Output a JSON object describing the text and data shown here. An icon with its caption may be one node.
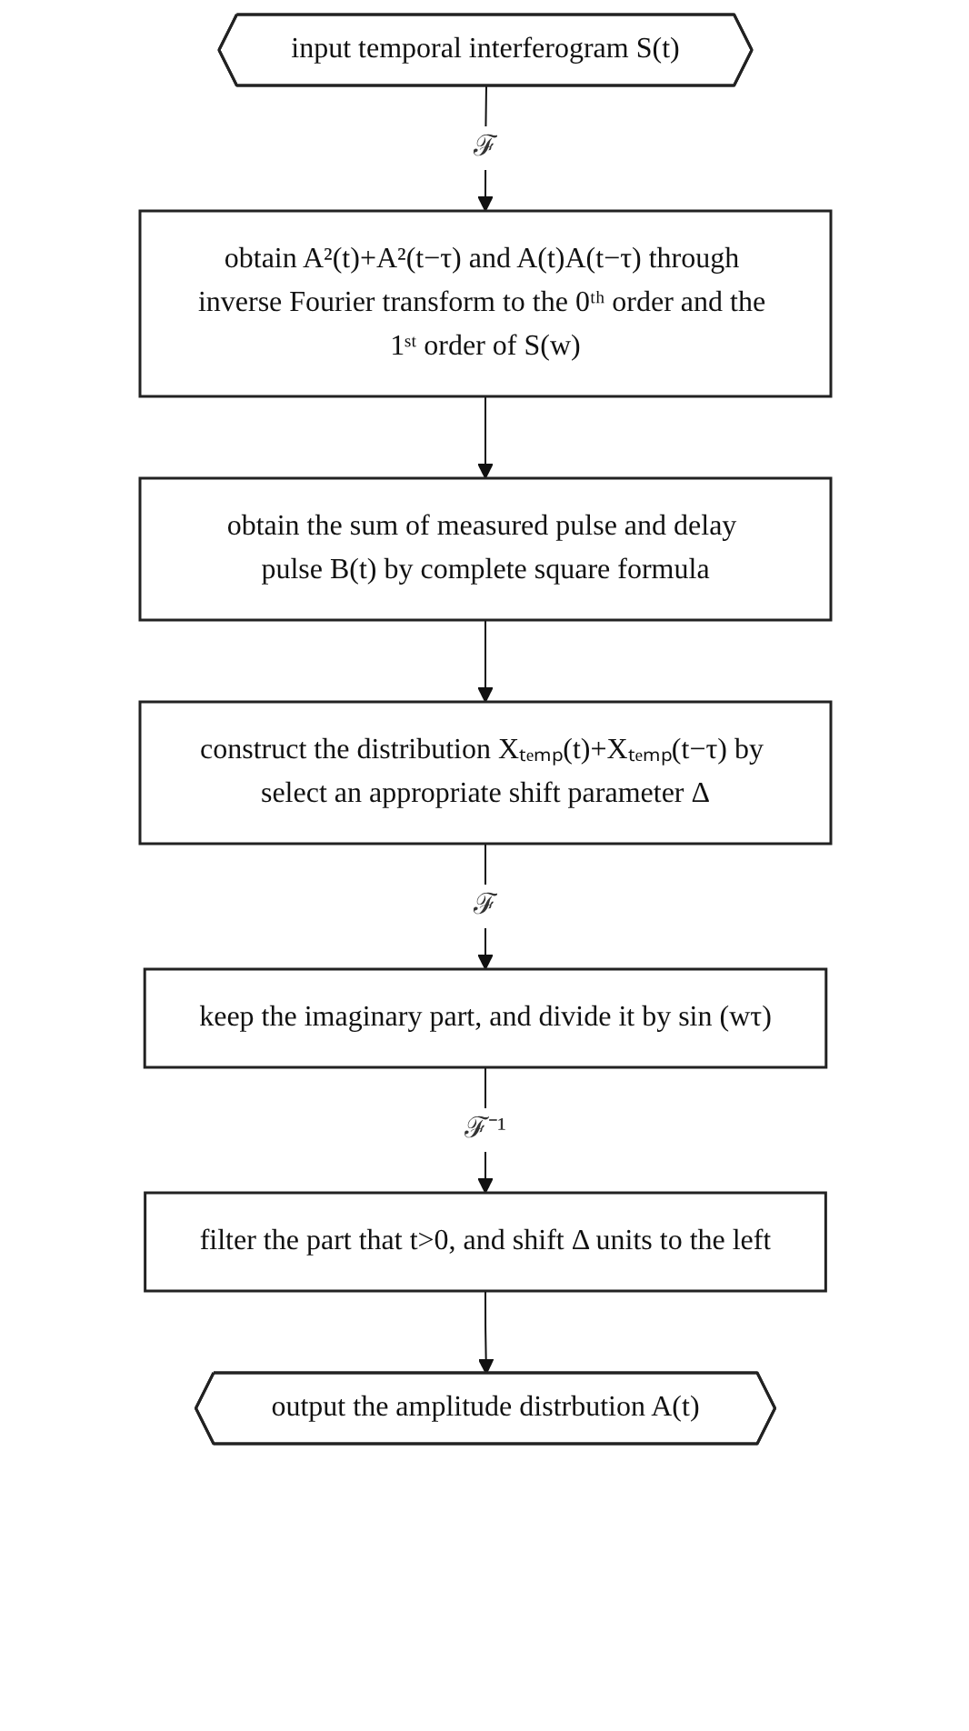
{
  "diagram": {
    "nodes": [
      {
        "text": [
          "input temporal interferogram S(t)"
        ]
      },
      {
        "text": [
          "obtain A²(t)+A²(t−τ) and A(t)A(t−τ) through inverse Fourier transform to the 0ᵗʰ order and the 1ˢᵗ order of S(w)"
        ]
      },
      {
        "text": [
          "obtain the sum of measured pulse and delay pulse B(t) by complete square formula"
        ]
      },
      {
        "text": [
          "construct the distribution Xₜₑₘₚ(t)+Xₜₑₘₚ(t−τ) by select an appropriate shift parameter Δ"
        ]
      },
      {
        "text": [
          "keep the imaginary part, and divide it by sin (wτ)"
        ]
      },
      {
        "text": [
          "filter the part that t>0, and shift Δ units to the left"
        ]
      },
      {
        "text": [
          "output the amplitude distrbution A(t)"
        ]
      }
    ],
    "edges": [
      {
        "from": 0,
        "to": 1,
        "arrow": "to",
        "label": "ℱ"
      },
      {
        "from": 1,
        "to": 2,
        "arrow": "to"
      },
      {
        "from": 2,
        "to": 3,
        "arrow": "to"
      },
      {
        "from": 3,
        "to": 4,
        "arrow": "to",
        "label": "ℱ"
      },
      {
        "from": 4,
        "to": 5,
        "arrow": "to",
        "label": "ℱ⁻¹"
      },
      {
        "from": 5,
        "to": 6,
        "arrow": "to"
      }
    ]
  }
}
